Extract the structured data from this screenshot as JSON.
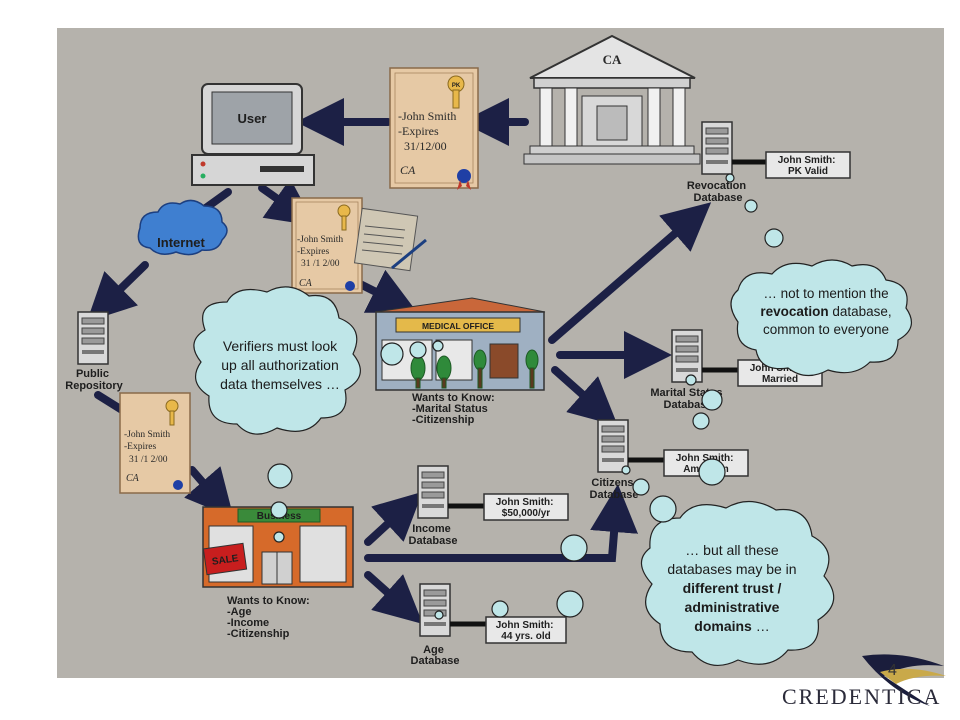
{
  "user": {
    "label": "User"
  },
  "network": {
    "label": "Internet"
  },
  "ca": {
    "label": "CA"
  },
  "certificate": {
    "name": "-John Smith",
    "expires_label": "-Expires",
    "date_top": "31/12/00",
    "date": "31 /1 2/00",
    "issuer": "CA",
    "key_tag": "PK"
  },
  "repository": {
    "label_line1": "Public",
    "label_line2": "Repository"
  },
  "revocation": {
    "label_line1": "Revocation",
    "label_line2": "Database",
    "card_line1": "John Smith:",
    "card_line2": "PK Valid"
  },
  "medical": {
    "sign": "MEDICAL OFFICE",
    "wants_title": "Wants to Know:",
    "wants_items": [
      "-Marital Status",
      "-Citizenship"
    ]
  },
  "marital": {
    "label_line1": "Marital Status",
    "label_line2": "Database",
    "card_line1": "John Smith:",
    "card_line2": "Married"
  },
  "citizenship": {
    "label_line1": "Citizens",
    "label_line2": "Database",
    "card_line1": "John Smith:",
    "card_line2": "American"
  },
  "income": {
    "label_line1": "Income",
    "label_line2": "Database",
    "card_line1": "John Smith:",
    "card_line2": "$50,000/yr"
  },
  "age": {
    "label_line1": "Age",
    "label_line2": "Database",
    "card_line1": "John Smith:",
    "card_line2": "44 yrs. old"
  },
  "business": {
    "sign": "Business",
    "sale": "SALE",
    "wants_title": "Wants to Know:",
    "wants_items": [
      "-Age",
      "-Income",
      "-Citizenship"
    ]
  },
  "bubbles": {
    "verifiers": "Verifiers must look up all authorization data themselves …",
    "revocation_pre": "… not to mention the ",
    "revocation_bold": "revocation",
    "revocation_post": " database, common to everyone",
    "domains_pre": "… but all these databases may be in ",
    "domains_bold": "different trust / administrative domains",
    "domains_post": " …"
  },
  "footer": {
    "page_number": "4",
    "brand": "CREDENTICA"
  },
  "colors": {
    "panel": "#b5b2ac",
    "arrow": "#1c2045",
    "bubble": "#bfe6e8",
    "certificate": "#e6c9a5"
  }
}
